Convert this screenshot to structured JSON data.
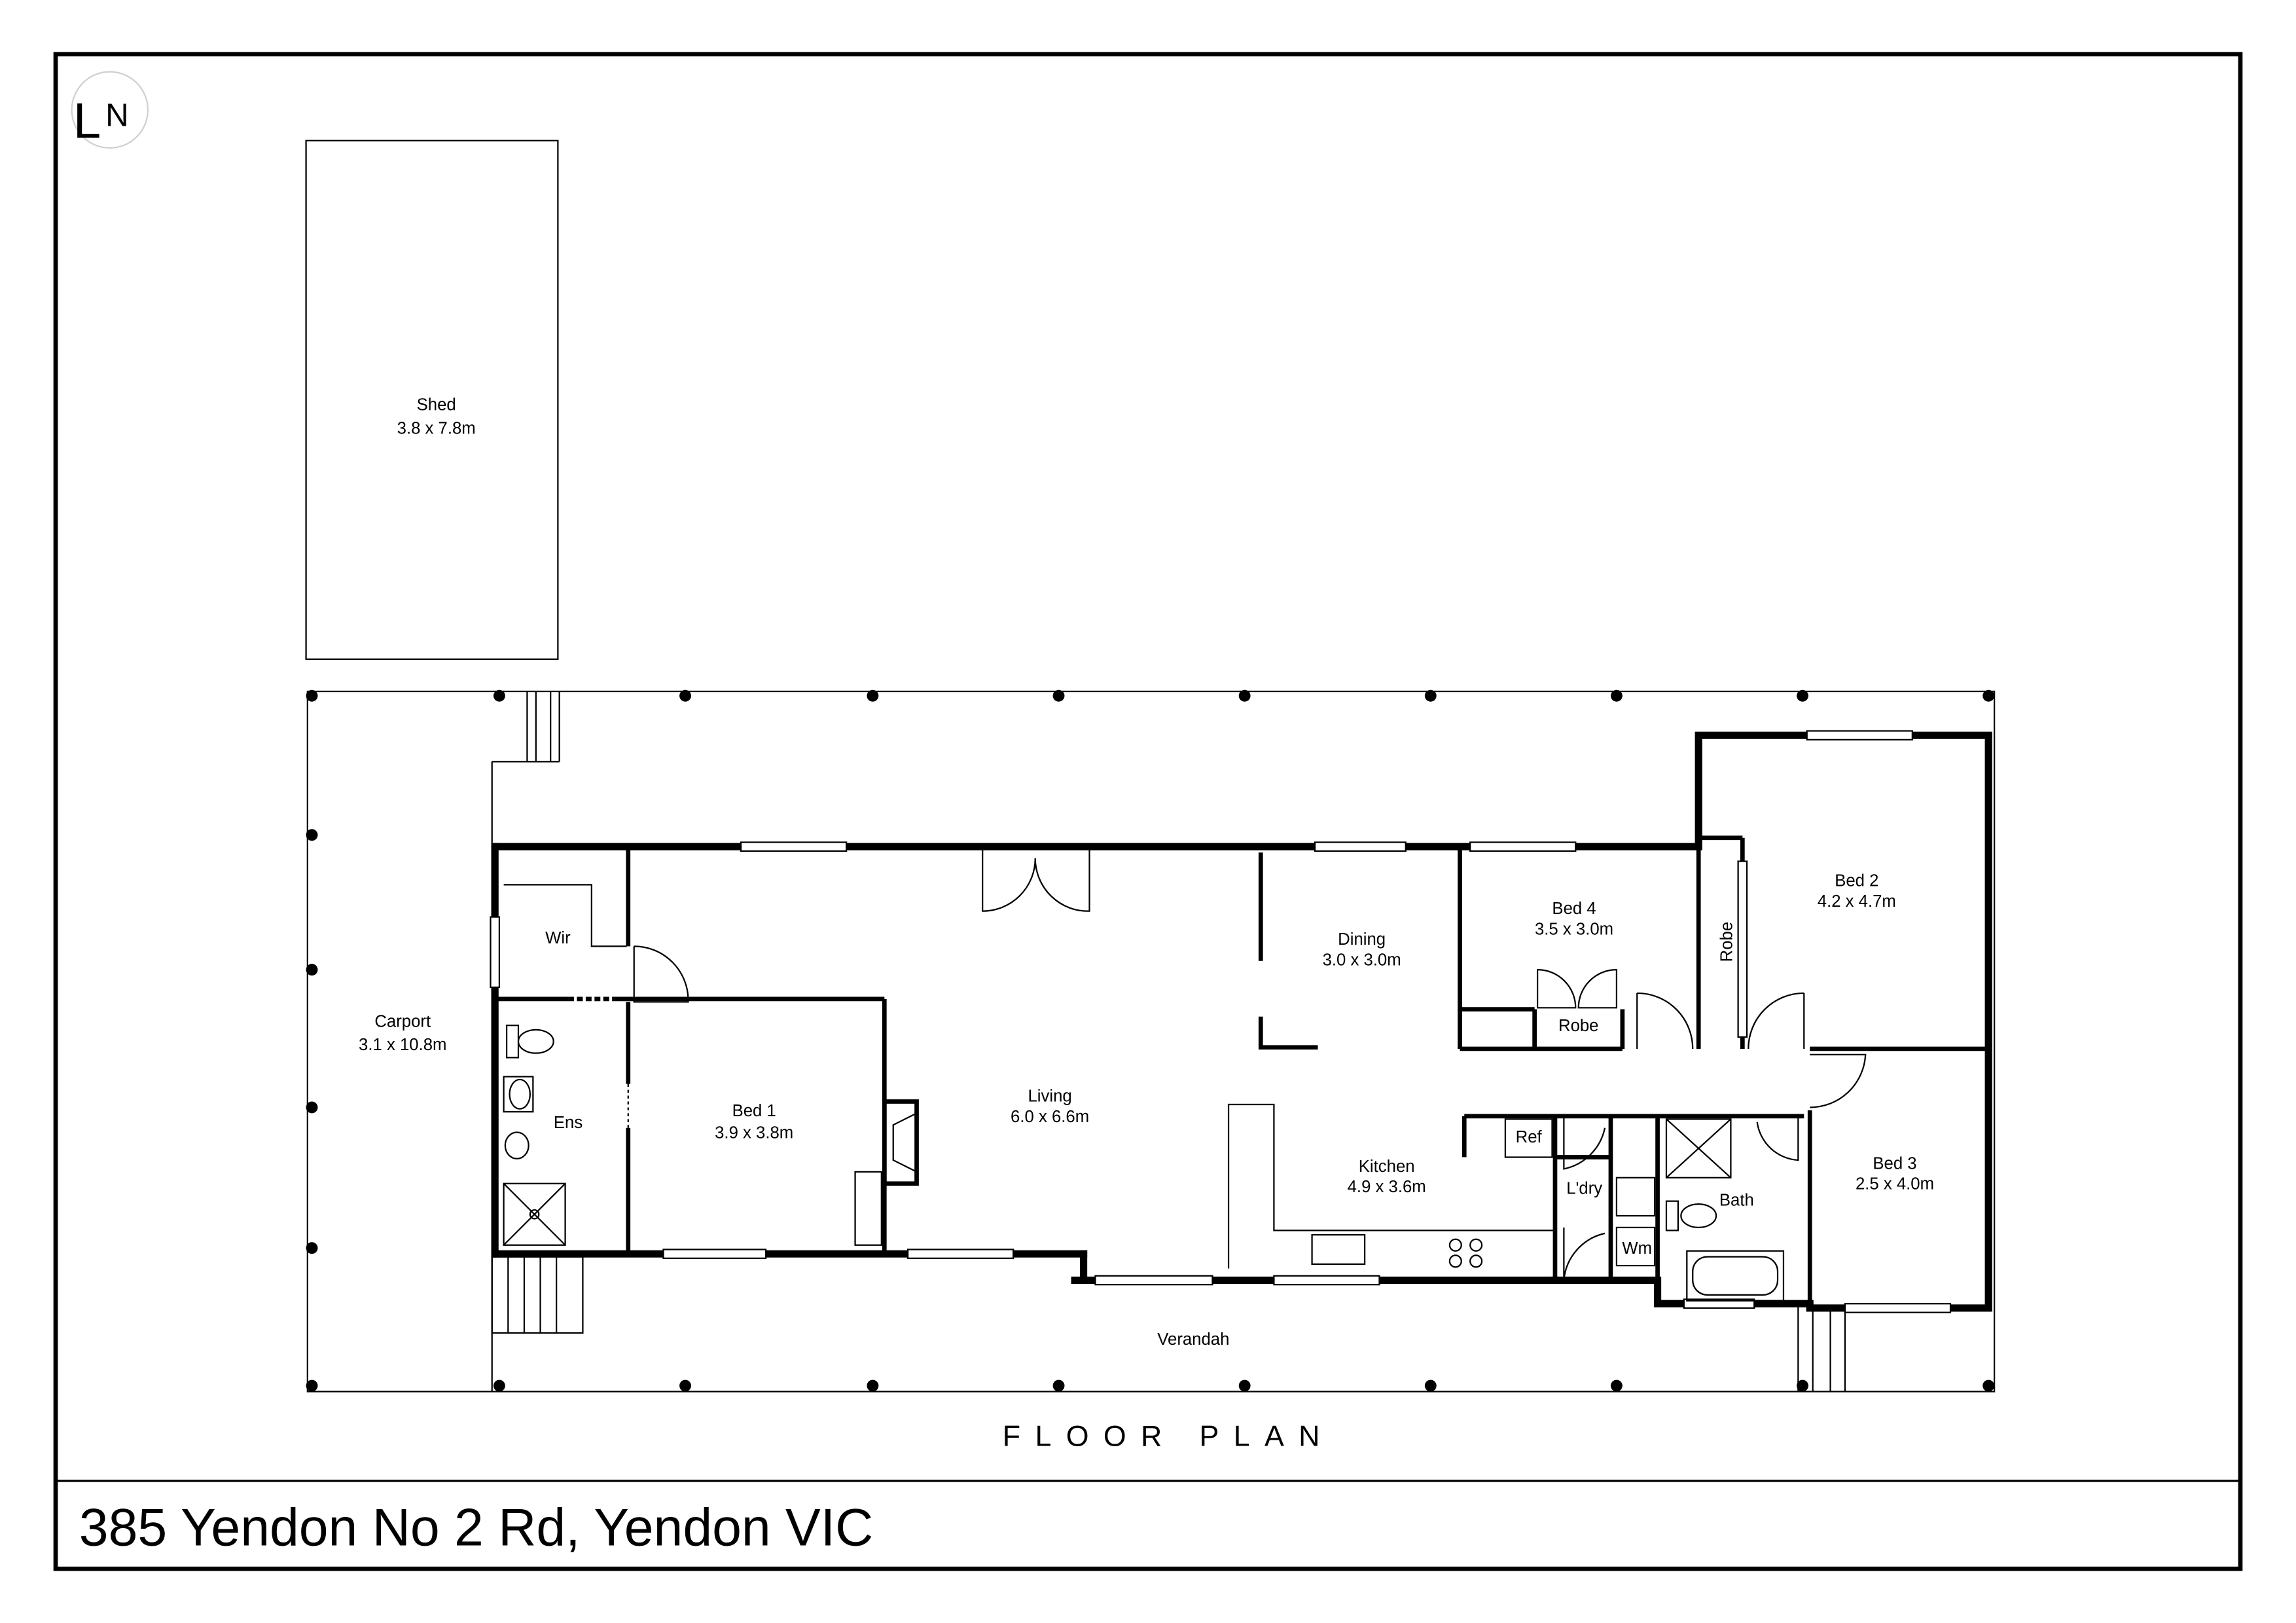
{
  "logo": {
    "text": "LN"
  },
  "caption": "FLOOR PLAN",
  "address": "385 Yendon No 2 Rd, Yendon VIC",
  "rooms": {
    "shed": {
      "name": "Shed",
      "size": "3.8 x 7.8m"
    },
    "carport": {
      "name": "Carport",
      "size": "3.1 x 10.8m"
    },
    "wir": {
      "name": "Wir"
    },
    "ens": {
      "name": "Ens"
    },
    "bed1": {
      "name": "Bed 1",
      "size": "3.9 x 3.8m"
    },
    "living": {
      "name": "Living",
      "size": "6.0 x 6.6m"
    },
    "dining": {
      "name": "Dining",
      "size": "3.0 x 3.0m"
    },
    "kitchen": {
      "name": "Kitchen",
      "size": "4.9 x 3.6m"
    },
    "bed4": {
      "name": "Bed 4",
      "size": "3.5 x 3.0m"
    },
    "robe_bed4": {
      "name": "Robe"
    },
    "robe_bed2": {
      "name": "Robe"
    },
    "bed2": {
      "name": "Bed 2",
      "size": "4.2 x 4.7m"
    },
    "bed3": {
      "name": "Bed 3",
      "size": "2.5 x 4.0m"
    },
    "ref": {
      "name": "Ref"
    },
    "ldry": {
      "name": "L'dry"
    },
    "wm": {
      "name": "Wm"
    },
    "bath": {
      "name": "Bath"
    },
    "verandah": {
      "name": "Verandah"
    }
  }
}
